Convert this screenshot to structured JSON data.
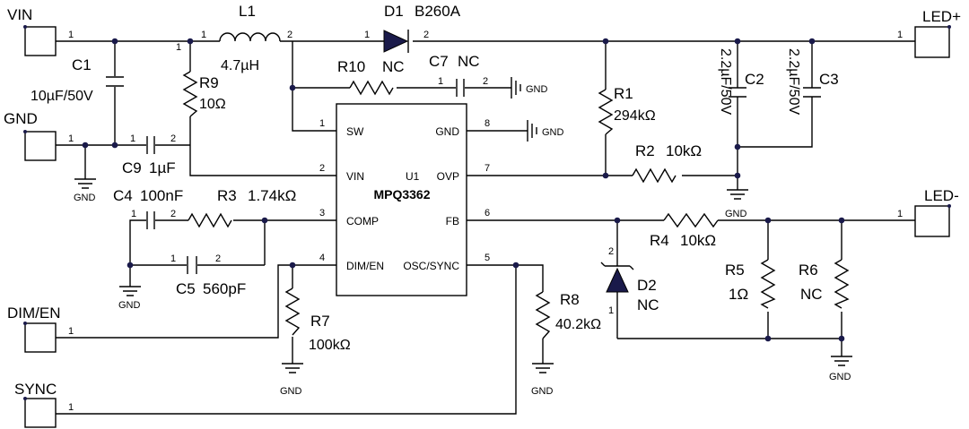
{
  "ports": {
    "vin": "VIN",
    "gnd": "GND",
    "dim_en": "DIM/EN",
    "sync": "SYNC",
    "led_plus": "LED+",
    "led_minus": "LED-"
  },
  "ic": {
    "ref": "U1",
    "part": "MPQ3362",
    "pins": {
      "sw": "SW",
      "vin": "VIN",
      "comp": "COMP",
      "dim_en": "DIM/EN",
      "gnd": "GND",
      "ovp": "OVP",
      "fb": "FB",
      "osc_sync": "OSC/SYNC"
    },
    "pin_numbers": {
      "sw": "1",
      "vin": "2",
      "comp": "3",
      "dim_en": "4",
      "osc_sync": "5",
      "fb": "6",
      "ovp": "7",
      "gnd": "8"
    }
  },
  "components": {
    "L1": {
      "ref": "L1",
      "value": "4.7µH"
    },
    "D1": {
      "ref": "D1",
      "value": "B260A"
    },
    "R10": {
      "ref": "R10",
      "value": "NC"
    },
    "C7": {
      "ref": "C7",
      "value": "NC"
    },
    "C1": {
      "ref": "C1",
      "value": "10µF/50V"
    },
    "R9": {
      "ref": "R9",
      "value": "10Ω"
    },
    "C9": {
      "ref": "C9",
      "value": "1µF"
    },
    "C4": {
      "ref": "C4",
      "value": "100nF"
    },
    "R3": {
      "ref": "R3",
      "value": "1.74kΩ"
    },
    "C5": {
      "ref": "C5",
      "value": "560pF"
    },
    "R7": {
      "ref": "R7",
      "value": "100kΩ"
    },
    "R8": {
      "ref": "R8",
      "value": "40.2kΩ"
    },
    "R1": {
      "ref": "R1",
      "value": "294kΩ"
    },
    "R2": {
      "ref": "R2",
      "value": "10kΩ"
    },
    "C2": {
      "ref": "C2",
      "value": "2.2µF/50V"
    },
    "C3": {
      "ref": "C3",
      "value": "2.2µF/50V"
    },
    "R4": {
      "ref": "R4",
      "value": "10kΩ"
    },
    "D2": {
      "ref": "D2",
      "value": "NC"
    },
    "R5": {
      "ref": "R5",
      "value": "1Ω"
    },
    "R6": {
      "ref": "R6",
      "value": "NC"
    }
  },
  "pin_labels": {
    "one": "1",
    "two": "2"
  },
  "gnd_label": "GND"
}
